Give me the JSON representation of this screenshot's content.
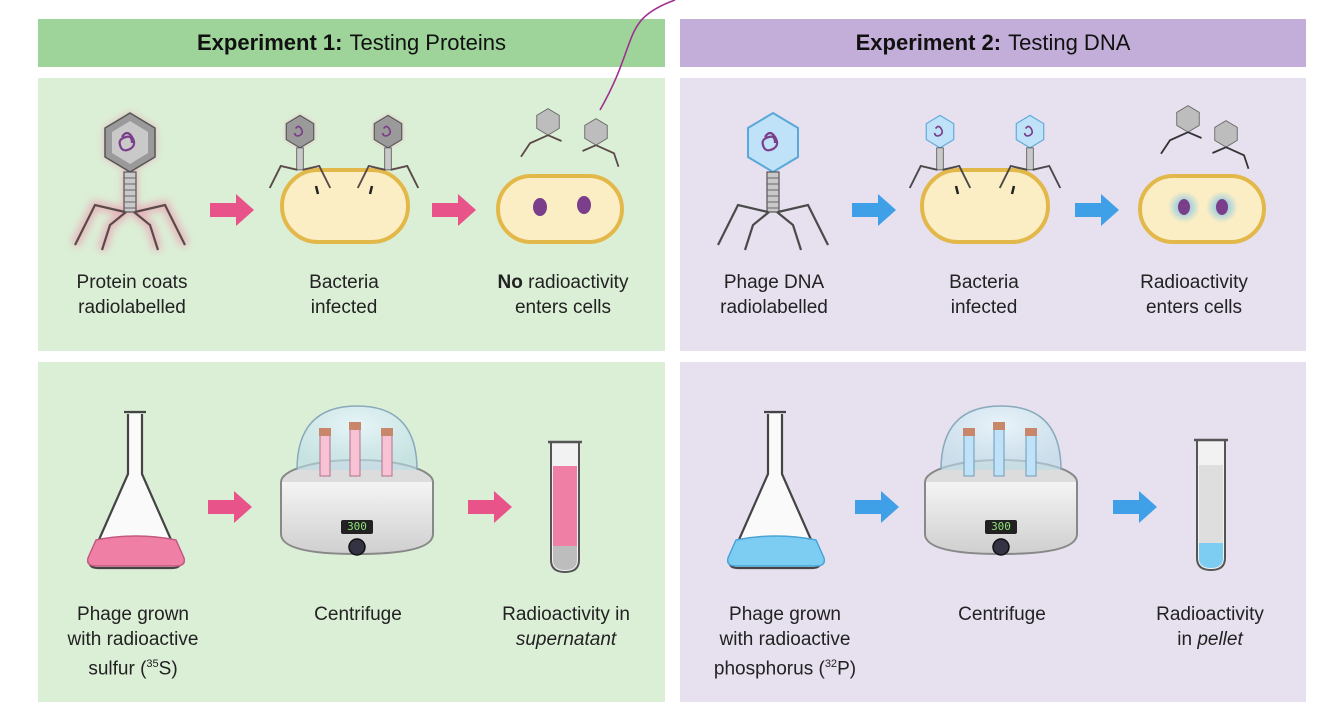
{
  "experiment1": {
    "header_bold": "Experiment 1:",
    "header_text": "Testing Proteins",
    "step1_line1": "Protein coats",
    "step1_line2": "radiolabelled",
    "step2_line1": "Bacteria",
    "step2_line2": "infected",
    "step3_bold": "No",
    "step3_line1_rest": " radioactivity",
    "step3_line2": "enters cells",
    "step4_line1": "Phage grown",
    "step4_line2": "with radioactive",
    "step4_line3_pre": "sulfur (",
    "step4_isotope_mass": "35",
    "step4_isotope_symbol": "S",
    "step4_line3_post": ")",
    "step5_label": "Centrifuge",
    "step6_line1": "Radioactivity in",
    "step6_line2": "supernatant",
    "display_value": "300"
  },
  "experiment2": {
    "header_bold": "Experiment 2:",
    "header_text": "Testing DNA",
    "step1_line1": "Phage DNA",
    "step1_line2": "radiolabelled",
    "step2_line1": "Bacteria",
    "step2_line2": "infected",
    "step3_line1": "Radioactivity",
    "step3_line2": "enters cells",
    "step4_line1": "Phage grown",
    "step4_line2": "with radioactive",
    "step4_line3_pre": "phosphorus (",
    "step4_isotope_mass": "32",
    "step4_isotope_symbol": "P",
    "step4_line3_post": ")",
    "step5_label": "Centrifuge",
    "step6_line1": "Radioactivity",
    "step6_line2_pre": "in ",
    "step6_line2_em": "pellet",
    "display_value": "300"
  },
  "colors": {
    "green_header": "#9ed49a",
    "green_panel": "#dbeed6",
    "purple_header": "#c3aed9",
    "purple_panel": "#e6e0ef",
    "pink_arrow": "#e8538a",
    "blue_arrow": "#3fa0e8",
    "pink_liquid": "#f07fa6",
    "blue_liquid": "#7dcdf3",
    "bacteria_fill": "#fbeec5",
    "bacteria_outline": "#e3b84a",
    "annotation_stroke": "#a0308f"
  },
  "icons": [
    "bacteriophage-icon",
    "bacterium-icon",
    "arrow-right-icon",
    "erlenmeyer-flask-icon",
    "centrifuge-icon",
    "test-tube-icon"
  ]
}
